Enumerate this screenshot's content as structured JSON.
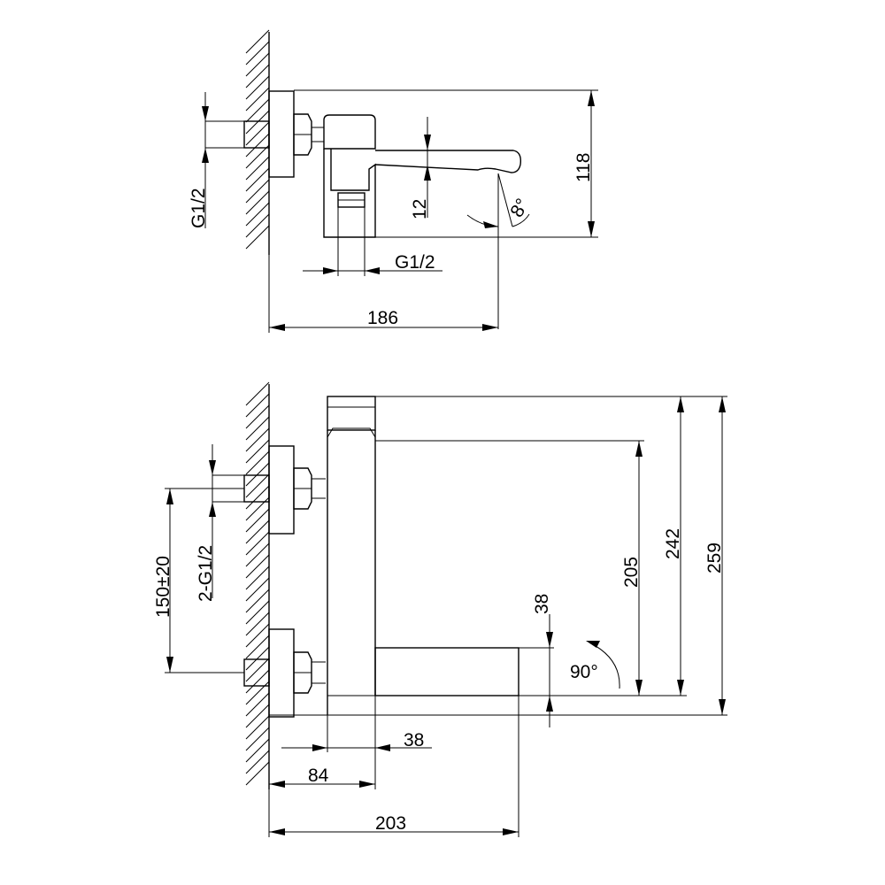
{
  "top_view": {
    "dims": {
      "inlet_thread": "G1/2",
      "height": "118",
      "spout_drop": "12",
      "spout_angle": "8°",
      "outlet_thread": "G1/2",
      "depth": "186"
    }
  },
  "front_view": {
    "dims": {
      "centers": "150±20",
      "inlet_threads": "2-G1/2",
      "height_205": "205",
      "height_242": "242",
      "height_259": "259",
      "spout_height": "38",
      "spout_angle": "90°",
      "body_width": "38",
      "body_offset": "84",
      "spout_reach": "203"
    }
  }
}
